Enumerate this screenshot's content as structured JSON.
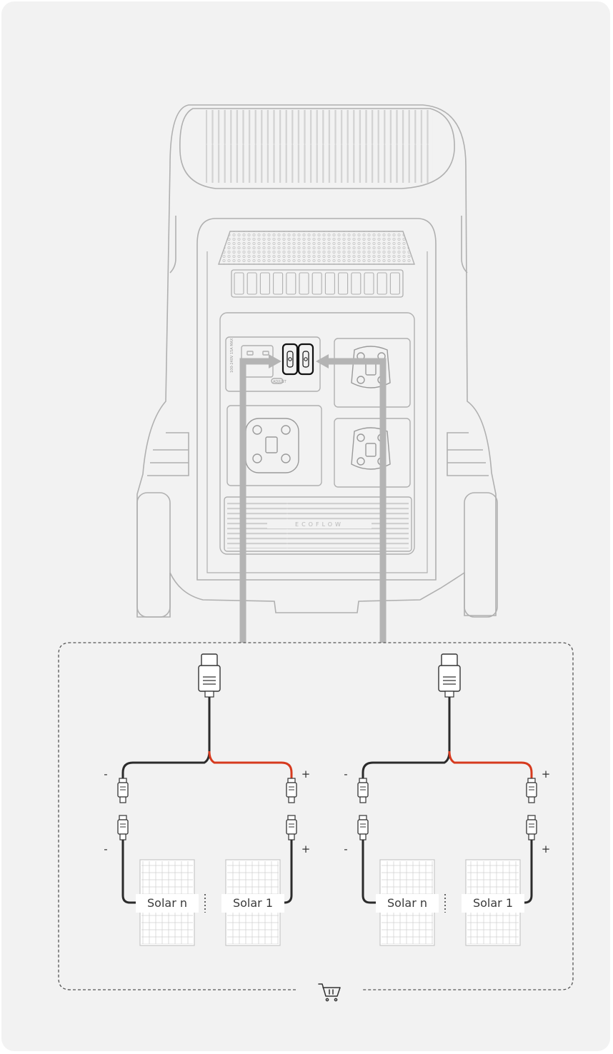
{
  "device": {
    "brand": "ECOFLOW",
    "switch_label": "ADJUST",
    "port_label": "100-240V 15A MAX"
  },
  "strings": [
    {
      "panel_a": "Solar n",
      "panel_b": "Solar 1",
      "neg_sign": "-",
      "pos_sign": "+"
    },
    {
      "panel_a": "Solar n",
      "panel_b": "Solar 1",
      "neg_sign": "-",
      "pos_sign": "+"
    }
  ],
  "colors": {
    "background": "#f2f2f2",
    "outline": "#b0b0b0",
    "highlight_arrow": "#b4b4b4",
    "negative_cable": "#2b2b2b",
    "positive_cable": "#d63a1e",
    "focus_port": "#111111"
  },
  "icons": {
    "purchase": "cart-icon"
  }
}
